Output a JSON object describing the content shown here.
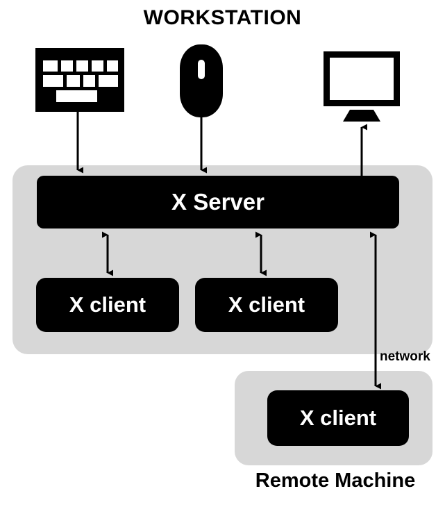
{
  "diagram": {
    "title": "WORKSTATION",
    "remote_title": "Remote Machine",
    "network_label": "network",
    "colors": {
      "panel_gray": "#d7d7d7",
      "box_black": "#000000",
      "box_text": "#ffffff",
      "background": "#ffffff",
      "arrow": "#000000"
    }
  },
  "workstation": {
    "label": "WORKSTATION",
    "devices": [
      {
        "name": "keyboard-icon",
        "icon": "keyboard"
      },
      {
        "name": "mouse-icon",
        "icon": "mouse"
      },
      {
        "name": "monitor-icon",
        "icon": "monitor"
      }
    ],
    "server": {
      "label": "X Server"
    },
    "clients": [
      {
        "label": "X client"
      },
      {
        "label": "X client"
      }
    ]
  },
  "remote": {
    "label": "Remote Machine",
    "client": {
      "label": "X client"
    }
  },
  "connections": [
    {
      "name": "keyboard-to-server",
      "from": "keyboard",
      "to": "x-server",
      "direction": "down",
      "heads": 1
    },
    {
      "name": "mouse-to-server",
      "from": "mouse",
      "to": "x-server",
      "direction": "down",
      "heads": 1
    },
    {
      "name": "server-to-monitor",
      "from": "x-server",
      "to": "monitor",
      "direction": "up",
      "heads": 1
    },
    {
      "name": "server-client-1",
      "from": "x-server",
      "to": "x-client-1",
      "direction": "both",
      "heads": 2
    },
    {
      "name": "server-client-2",
      "from": "x-server",
      "to": "x-client-2",
      "direction": "both",
      "heads": 2
    },
    {
      "name": "server-remote-client",
      "from": "x-server",
      "to": "remote-x-client",
      "direction": "both",
      "heads": 2,
      "label": "network"
    }
  ]
}
